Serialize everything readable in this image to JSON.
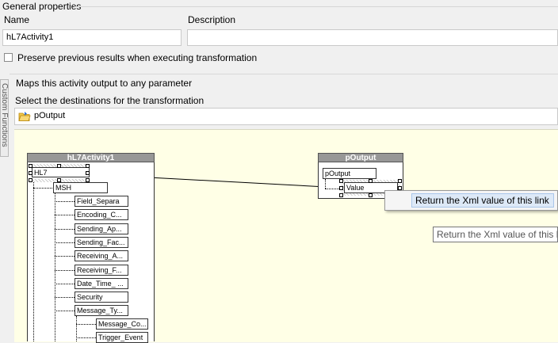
{
  "general": {
    "title": "General properties",
    "name_label": "Name",
    "name_value": "hL7Activity1",
    "description_label": "Description",
    "description_value": "",
    "preserve_label": "Preserve previous results when executing transformation",
    "preserve_checked": false
  },
  "side_tab": {
    "label": "Custom Functions"
  },
  "mapping": {
    "intro": "Maps this activity output to any parameter",
    "select_label": "Select the destinations for the transformation",
    "destination_value": "pOutput"
  },
  "source_node": {
    "title": "hL7Activity1",
    "root": "HL7",
    "segment": "MSH",
    "fields": [
      "Field_Separa",
      "Encoding_C...",
      "Sending_Ap...",
      "Sending_Fac...",
      "Receiving_A...",
      "Receiving_F...",
      "Date_Time_ ...",
      "Security",
      "Message_Ty..."
    ],
    "subfields": [
      "Message_Co...",
      "Trigger_Event"
    ]
  },
  "target_node": {
    "title": "pOutput",
    "root": "pOutput",
    "child": "Value"
  },
  "context_menu": {
    "item": "Return the Xml value of this link"
  },
  "tooltip": {
    "text": "Return the Xml value of this link"
  }
}
